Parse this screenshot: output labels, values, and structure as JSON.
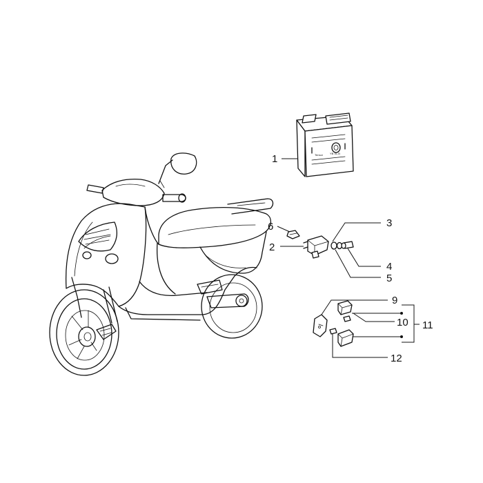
{
  "callouts": {
    "c1": "1",
    "c2": "2",
    "c3": "3",
    "c4": "4",
    "c5": "5",
    "c6": "6",
    "c9": "9",
    "c10": "10",
    "c11": "11",
    "c12": "12"
  },
  "battery": {
    "brand": "Tensor",
    "model": "YB 4L-B"
  },
  "colors": {
    "ink": "#111111",
    "background": "#ffffff"
  }
}
